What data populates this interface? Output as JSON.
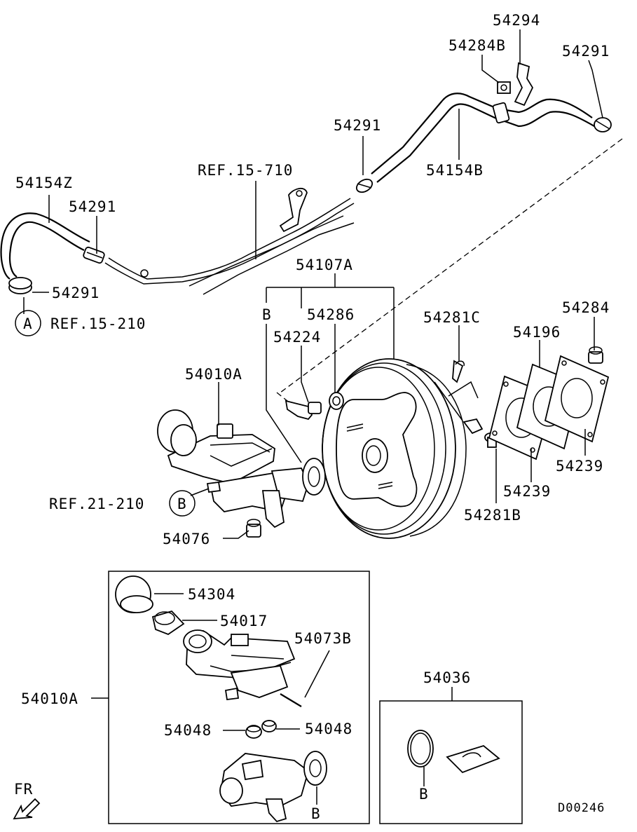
{
  "diagram_id": "D00246",
  "orientation_label": "FR",
  "callouts": {
    "p54294": "54294",
    "p54284B": "54284B",
    "p54291_top_right": "54291",
    "p54291_mid": "54291",
    "p54154B": "54154B",
    "ref15_710": "REF.15-710",
    "p54154Z": "54154Z",
    "p54291_left": "54291",
    "p54291_bottom_left": "54291",
    "ref15_210": "REF.15-210",
    "circle_A": "A",
    "p54107A": "54107A",
    "label_B_group": "B",
    "p54286": "54286",
    "p54224": "54224",
    "p54281C": "54281C",
    "p54284": "54284",
    "p54196": "54196",
    "p54010A_top": "54010A",
    "ref21_210": "REF.21-210",
    "circle_B": "B",
    "p54076": "54076",
    "p54239_right": "54239",
    "p54239_mid": "54239",
    "p54281B": "54281B",
    "p54304": "54304",
    "p54017": "54017",
    "p54073B": "54073B",
    "p54010A_box": "54010A",
    "p54048_left": "54048",
    "p54048_right": "54048",
    "label_B_box": "B",
    "p54036": "54036",
    "label_B_kit": "B"
  }
}
